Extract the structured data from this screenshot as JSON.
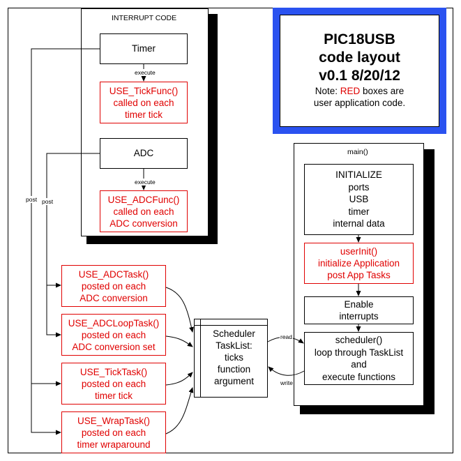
{
  "title_box": {
    "line1": "PIC18USB",
    "line2": "code layout",
    "line3": "v0.1 8/20/12",
    "note_prefix": "Note: ",
    "note_red": "RED",
    "note_suffix": " boxes are",
    "note_line2": "user application code."
  },
  "interrupt_panel": {
    "title": "INTERRUPT CODE",
    "timer": "Timer",
    "tick_func": [
      "USE_TickFunc()",
      "called on each",
      "timer tick"
    ],
    "adc": "ADC",
    "adc_func": [
      "USE_ADCFunc()",
      "called on each",
      "ADC conversion"
    ]
  },
  "main_panel": {
    "title": "main()",
    "initialize": [
      "INITIALIZE",
      "ports",
      "USB",
      "timer",
      "internal data"
    ],
    "user_init": [
      "userInit()",
      "initialize Application",
      "post App Tasks"
    ],
    "enable": [
      "Enable",
      "interrupts"
    ],
    "scheduler": [
      "scheduler()",
      "loop through TaskList",
      "and",
      "execute functions"
    ]
  },
  "tasks": {
    "adc_task": [
      "USE_ADCTask()",
      "posted on each",
      "ADC conversion"
    ],
    "adc_loop_task": [
      "USE_ADCLoopTask()",
      "posted on each",
      "ADC conversion set"
    ],
    "tick_task": [
      "USE_TickTask()",
      "posted on each",
      "timer tick"
    ],
    "wrap_task": [
      "USE_WrapTask()",
      "posted on each",
      "timer wraparound"
    ]
  },
  "scheduler_tasklist": [
    "Scheduler",
    "TaskList:",
    "ticks",
    "function",
    "argument"
  ],
  "edge_labels": {
    "execute_timer": "execute",
    "execute_adc": "execute",
    "post_outer": "post",
    "post_inner": "post",
    "read": "read",
    "write": "write"
  },
  "colors": {
    "accent_blue": "#2a52f0",
    "user_code_red": "#e00000"
  }
}
